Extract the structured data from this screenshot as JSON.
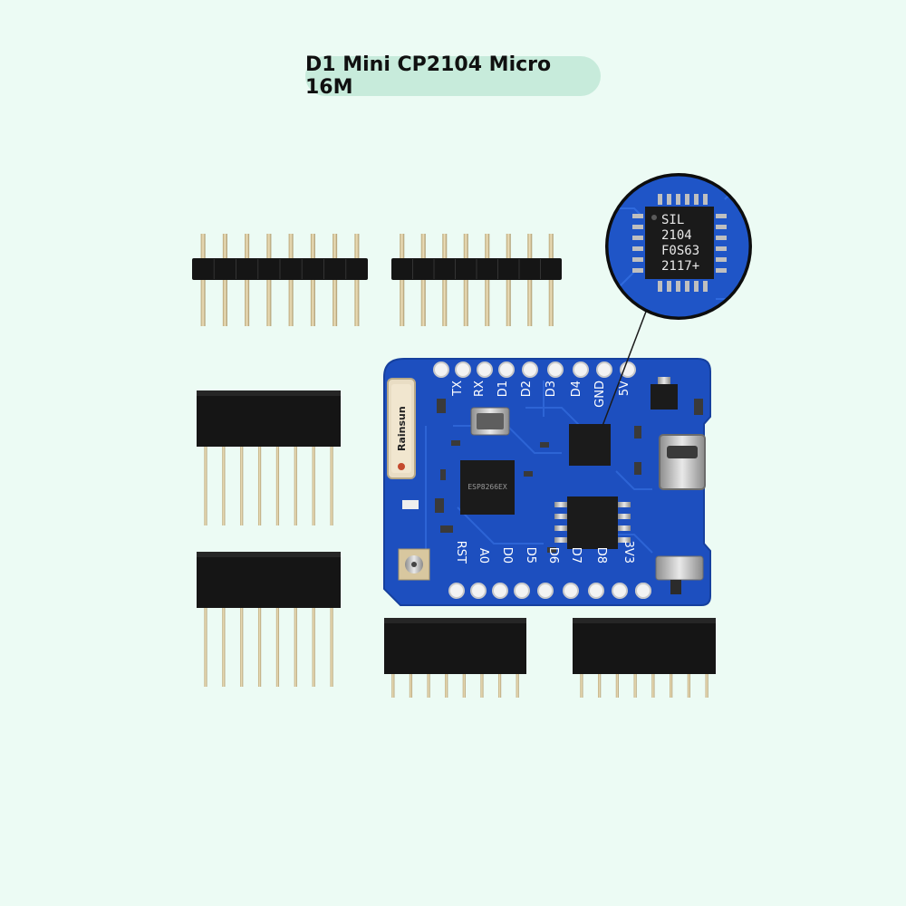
{
  "title": "D1 Mini CP2104 Micro 16M",
  "board": {
    "top_pin_labels": [
      "TX",
      "RX",
      "D1",
      "D2",
      "D3",
      "D4",
      "GND",
      "5V"
    ],
    "bottom_pin_labels": [
      "RST",
      "A0",
      "D0",
      "D5",
      "D6",
      "D7",
      "D8",
      "3V3"
    ],
    "antenna_label": "Rainsun",
    "usb_chip_lines": [
      "SIL",
      "2104",
      "F0S63",
      "2117+"
    ]
  },
  "colors": {
    "background": "#ecfbf4",
    "title_pill": "#c7ebdb",
    "pcb": "#1d4fbf",
    "header_plastic": "#141414",
    "pins": "#d9c79a"
  }
}
